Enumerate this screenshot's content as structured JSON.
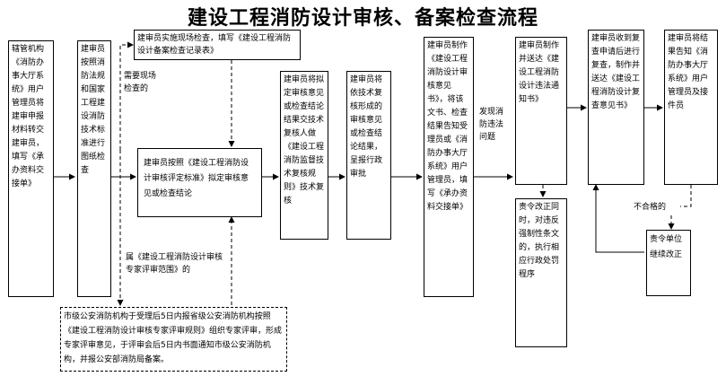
{
  "title": "建设工程消防设计审核、备案检查流程",
  "nodes": {
    "n1": "辖管机构《消防办事大厅系统》用户管理员将建审申报材料转交建审员，填写《承办资料交接单》",
    "n2": "建审员按照消防法规和国家工程建设消防技术标准进行图纸检查",
    "n3": "建审员实施现场检查，填写《建设工程消防设计备案检查记录表》",
    "n4": "建审员按照《建设工程消防设计审核评定标准》拟定审核意见或检查结论",
    "n5": "建审员将拟定审核意见或检查结论结果交技术复核人做《建设工程消防监督技术复核规则》技术复核",
    "n6": "建审员将依技术复核形成的审核意见或检查结论结果，呈报行政审批",
    "n7": "建审员制作《建设工程消防设计审核意见书》，将该文书、检查结果告知受理员或《消防办事大厅系统》用户管理员，填写《承办资料交接单》",
    "n8": "建审员制作并送达《建设工程消防设计违法通知书》",
    "n9": "建审员收到复查申请后进行复查，制作并送达《建设工程消防设计复查意见书》",
    "n10": "建审员将结果告知《消防办事大厅系统》用户管理员及接件员",
    "n11": "责令改正同时，对违反强制性条文的，执行相应行政处罚程序",
    "n12": "责令单位继续改正",
    "n13": "市级公安消防机构于受理后5日内报省级公安消防机构按照《建设工程消防设计审核专家评审规则》组织专家评审，形成专家评审意见，于评审会后5日内书面通知市级公安消防机构，并报公安部消防局备案。"
  },
  "labels": {
    "need_site": "需要现场检查的",
    "expert_scope": "属《建设工程消防设计审核专家评审范围》的",
    "violation": "发现消防违法问题",
    "unqualified": "不合格的"
  }
}
